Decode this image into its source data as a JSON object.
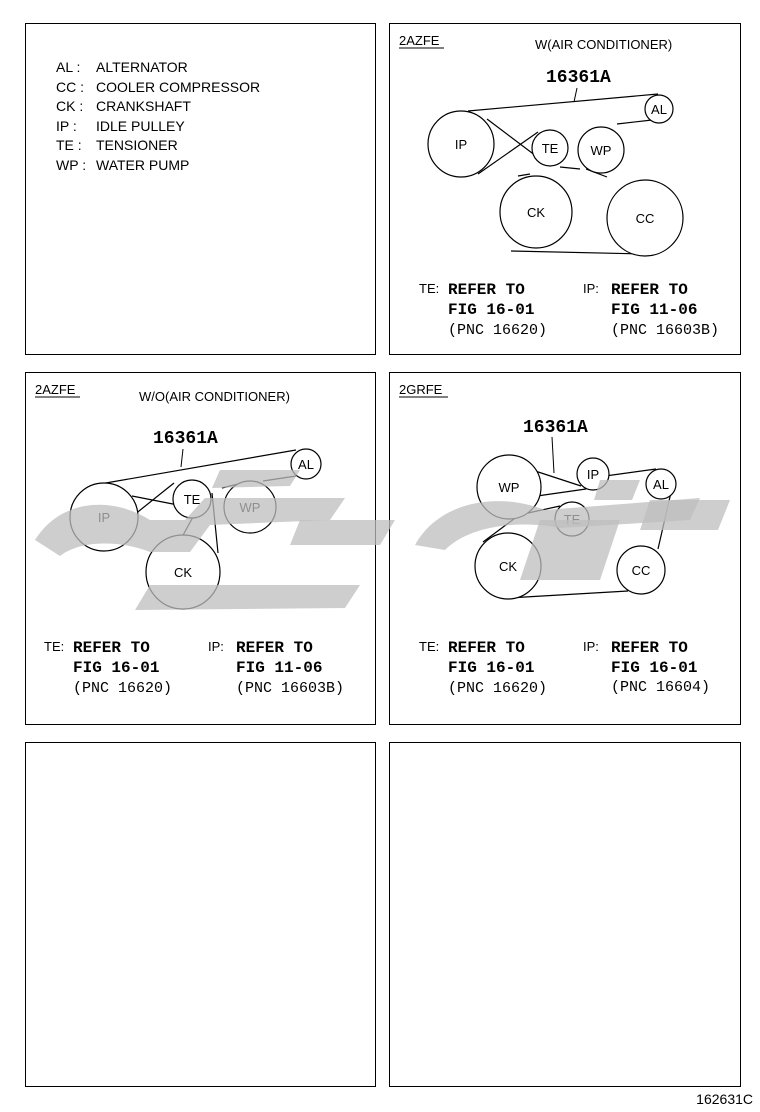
{
  "legend": [
    {
      "code": "AL :",
      "name": "ALTERNATOR"
    },
    {
      "code": "CC :",
      "name": "COOLER COMPRESSOR"
    },
    {
      "code": "CK :",
      "name": "CRANKSHAFT"
    },
    {
      "code": "IP  :",
      "name": "IDLE PULLEY"
    },
    {
      "code": "TE :",
      "name": "TENSIONER"
    },
    {
      "code": "WP :",
      "name": "WATER PUMP"
    }
  ],
  "panel_a": {
    "engine": "2AZFE",
    "condition": "W(AIR CONDITIONER)",
    "part_no": "16361A",
    "pulleys": {
      "ip": "IP",
      "te": "TE",
      "wp": "WP",
      "al": "AL",
      "ck": "CK",
      "cc": "CC"
    },
    "ref1": {
      "label": "TE:",
      "l1": "REFER TO",
      "l2": "FIG 16-01",
      "l3": "(PNC 16620)"
    },
    "ref2": {
      "label": "IP:",
      "l1": "REFER TO",
      "l2": "FIG 11-06",
      "l3": "(PNC 16603B)"
    }
  },
  "panel_b": {
    "engine": "2AZFE",
    "condition": "W/O(AIR CONDITIONER)",
    "part_no": "16361A",
    "pulleys": {
      "ip": "IP",
      "te": "TE",
      "wp": "WP",
      "al": "AL",
      "ck": "CK"
    },
    "ref1": {
      "label": "TE:",
      "l1": "REFER TO",
      "l2": "FIG 16-01",
      "l3": "(PNC 16620)"
    },
    "ref2": {
      "label": "IP:",
      "l1": "REFER TO",
      "l2": "FIG 11-06",
      "l3": "(PNC 16603B)"
    }
  },
  "panel_c": {
    "engine": "2GRFE",
    "part_no": "16361A",
    "pulleys": {
      "wp": "WP",
      "ip": "IP",
      "al": "AL",
      "te": "TE",
      "ck": "CK",
      "cc": "CC"
    },
    "ref1": {
      "label": "TE:",
      "l1": "REFER TO",
      "l2": "FIG 16-01",
      "l3": "(PNC 16620)"
    },
    "ref2": {
      "label": "IP:",
      "l1": "REFER TO",
      "l2": "FIG 16-01",
      "l3": "(PNC 16604)"
    }
  },
  "figure_code": "162631C"
}
